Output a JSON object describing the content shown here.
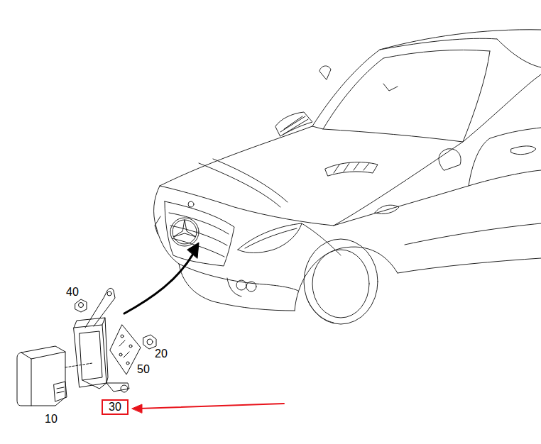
{
  "diagram": {
    "nodes": [
      {
        "text": [
          "30"
        ]
      }
    ],
    "labels": [
      "40",
      "20",
      "50",
      "10"
    ]
  }
}
